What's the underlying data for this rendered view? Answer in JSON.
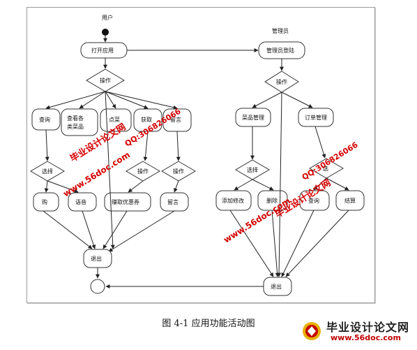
{
  "diagram": {
    "user_lane": {
      "actor": "用户",
      "open_app": "打开应用",
      "operate_1": "操作",
      "query": "查询",
      "browse": "查看各类菜品",
      "order": "点菜",
      "coupon": "获取",
      "message": "留言",
      "choose": "选择",
      "operate_2": "操作",
      "operate_3": "操作",
      "pay": "购",
      "voice": "语音",
      "get_coupon": "赚取优惠券",
      "leave_message": "留言",
      "exit": "退出"
    },
    "admin_lane": {
      "actor": "管理员",
      "login": "管理员登陆",
      "operate": "操作",
      "dish_mgmt": "菜品管理",
      "order_mgmt": "订单管理",
      "choose_1": "选择",
      "choose_2": "选",
      "add_modify": "添加修改",
      "delete": "删除",
      "query": "查询",
      "settle": "结算",
      "exit": "退出"
    }
  },
  "watermarks": {
    "site_name": "毕业设计论文网",
    "site_url": "www.56doc.com",
    "qq": "QQ:306826066"
  },
  "caption": "图 4-1  应用功能活动图",
  "logo": {
    "name": "毕业设计论文网",
    "url": "www.56doc.com"
  }
}
